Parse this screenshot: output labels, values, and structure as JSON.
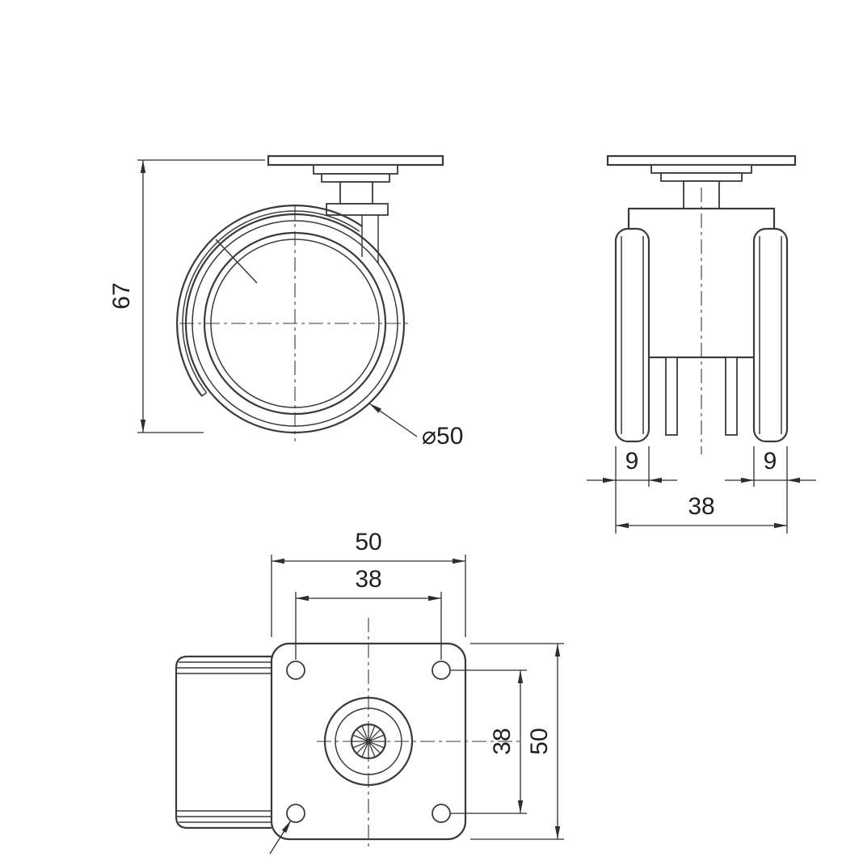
{
  "drawing": {
    "type": "technical-drawing",
    "subject": "swivel-plate-twin-wheel-caster",
    "background_color": "#ffffff",
    "stroke_color": "#3a3a3a",
    "text_color": "#1f1f1f",
    "views": {
      "side": {
        "dims": {
          "overall_height": "67",
          "wheel_diameter": "⌀50"
        }
      },
      "front": {
        "dims": {
          "wheel_width_left": "9",
          "wheel_width_right": "9",
          "overall_width": "38"
        }
      },
      "plan": {
        "dims": {
          "plate_width": "50",
          "hole_pitch_width": "38",
          "hole_pitch_height": "38",
          "plate_depth": "50"
        }
      }
    }
  }
}
